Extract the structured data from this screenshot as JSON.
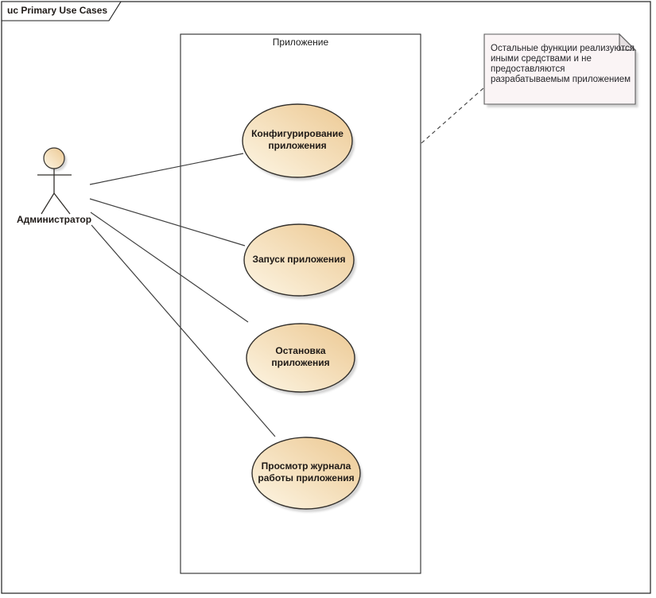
{
  "frame": {
    "title": "uc Primary Use Cases"
  },
  "boundary": {
    "label": "Приложение"
  },
  "actor": {
    "label": "Администратор"
  },
  "usecases": [
    {
      "name": "configure-application",
      "lines": [
        "Конфигурирование",
        "приложения"
      ]
    },
    {
      "name": "start-application",
      "lines": [
        "Запуск приложения"
      ]
    },
    {
      "name": "stop-application",
      "lines": [
        "Остановка",
        "приложения"
      ]
    },
    {
      "name": "view-log",
      "lines": [
        "Просмотр журнала",
        "работы приложения"
      ]
    }
  ],
  "note": {
    "lines": [
      "Остальные функции реализуются",
      "иными средствами и не",
      "предоставляются",
      "разрабатываемым приложением"
    ]
  },
  "colors": {
    "usecase_fill_light": "#fdf6e5",
    "usecase_fill_dark": "#ecc892",
    "usecase_border": "#33302c",
    "note_fill": "#faf4f5",
    "note_fold": "#e6e0e2",
    "note_border": "#5a5a5a",
    "connector": "#3f3f3f",
    "frame_border": "#1f1f1f",
    "shadow": "#a8a8a8"
  }
}
